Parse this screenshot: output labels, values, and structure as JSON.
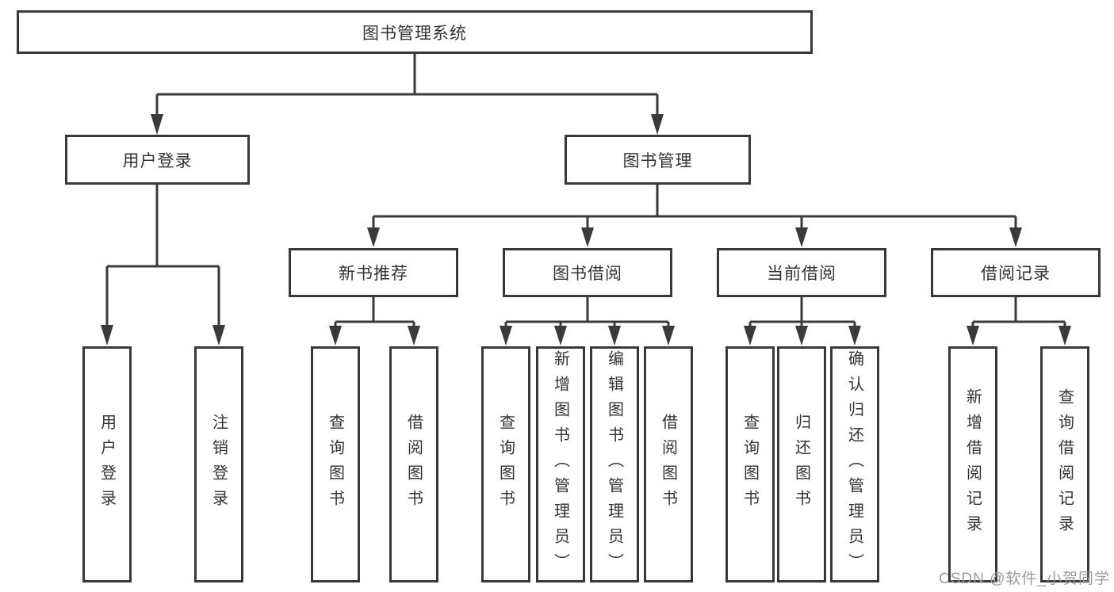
{
  "colors": {
    "background": "#ffffff",
    "box_border": "#383838",
    "connector_line": "#3a3a3a",
    "text": "#333333",
    "watermark": "#9b9b9b"
  },
  "nodes": {
    "root": {
      "label": "图书管理系统"
    },
    "user_login": {
      "label": "用户登录"
    },
    "book_mgmt": {
      "label": "图书管理"
    },
    "new_books": {
      "label": "新书推荐"
    },
    "book_borrow": {
      "label": "图书借阅"
    },
    "current_borrow": {
      "label": "当前借阅"
    },
    "borrow_records": {
      "label": "借阅记录"
    },
    "leaf_user_login": {
      "label": "用户登录"
    },
    "leaf_logout": {
      "label": "注销登录"
    },
    "leaf_nb_query": {
      "label": "查询图书"
    },
    "leaf_nb_borrow": {
      "label": "借阅图书"
    },
    "leaf_bb_query": {
      "label": "查询图书"
    },
    "leaf_bb_add": {
      "label": "新增图书（管理员）"
    },
    "leaf_bb_edit": {
      "label": "编辑图书（管理员）"
    },
    "leaf_bb_borrow": {
      "label": "借阅图书"
    },
    "leaf_cb_query": {
      "label": "查询图书"
    },
    "leaf_cb_return": {
      "label": "归还图书"
    },
    "leaf_cb_confirm": {
      "label": "确认归还（管理员）"
    },
    "leaf_br_add": {
      "label": "新增借阅记录"
    },
    "leaf_br_query": {
      "label": "查询借阅记录"
    }
  },
  "hierarchy": {
    "图书管理系统": {
      "用户登录": [
        "用户登录",
        "注销登录"
      ],
      "图书管理": {
        "新书推荐": [
          "查询图书",
          "借阅图书"
        ],
        "图书借阅": [
          "查询图书",
          "新增图书（管理员）",
          "编辑图书（管理员）",
          "借阅图书"
        ],
        "当前借阅": [
          "查询图书",
          "归还图书",
          "确认归还（管理员）"
        ],
        "借阅记录": [
          "新增借阅记录",
          "查询借阅记录"
        ]
      }
    }
  },
  "watermark": {
    "text": "CSDN @软件_小贺同学"
  }
}
